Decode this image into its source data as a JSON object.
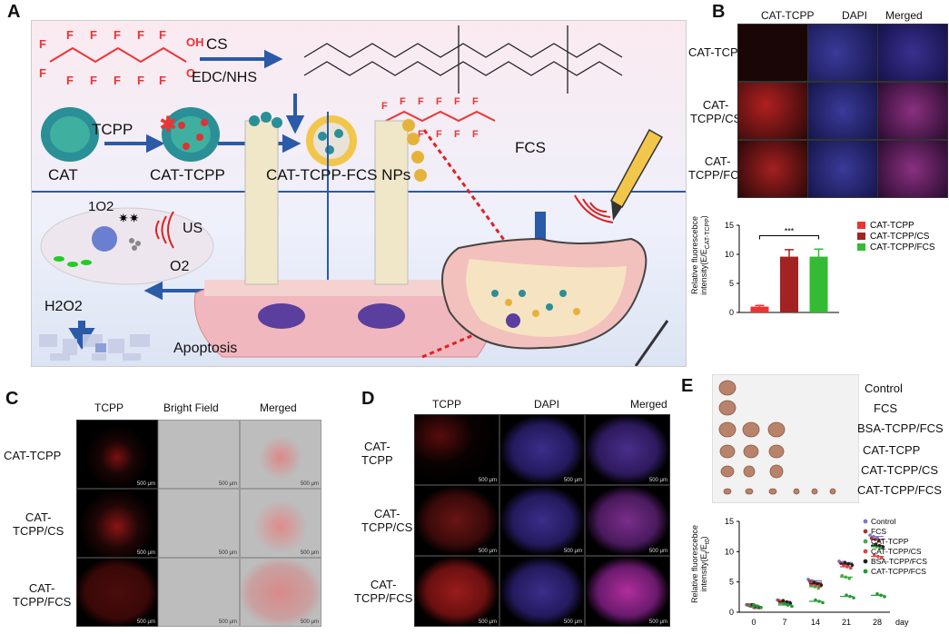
{
  "panels": {
    "a": "A",
    "b": "B",
    "c": "C",
    "d": "D",
    "e": "E"
  },
  "schemeA": {
    "cs": "CS",
    "edc": "EDC/NHS",
    "tcpp": "TCPP",
    "cat": "CAT",
    "cattcpp": "CAT-TCPP",
    "np": "CAT-TCPP-FCS NPs",
    "fcs": "FCS",
    "o2single": "1O2",
    "us": "US",
    "o2": "O2",
    "h2o2": "H2O2",
    "apoptosis": "Apoptosis"
  },
  "panelB": {
    "cols": [
      "CAT-TCPP",
      "DAPI",
      "Merged"
    ],
    "rows": [
      "CAT-TCPP",
      "CAT-\nTCPP/CS",
      "CAT-\nTCPP/FCS"
    ],
    "ylabel": "Relative fluorescebce intensity(E/E",
    "ylabel_sub": "CAT-TCPP",
    "sig": "***",
    "chart_data": {
      "type": "bar",
      "categories": [
        "CAT-TCPP",
        "CAT-TCPP/CS",
        "CAT-TCPP/FCS"
      ],
      "values": [
        1,
        9.6,
        9.6
      ],
      "errors": [
        0.2,
        1.2,
        1.3
      ],
      "colors": [
        "#ee3333",
        "#a32222",
        "#33bb33"
      ],
      "yticks": [
        0,
        5,
        10,
        15
      ],
      "ylim": [
        0,
        15
      ],
      "legend": [
        "CAT-TCPP",
        "CAT-TCPP/CS",
        "CAT-TCPP/FCS"
      ]
    }
  },
  "panelC": {
    "cols": [
      "TCPP",
      "Bright Field",
      "Merged"
    ],
    "rows": [
      "CAT-TCPP",
      "CAT-\nTCPP/CS",
      "CAT-\nTCPP/FCS"
    ],
    "scale": "500 μm"
  },
  "panelD": {
    "cols": [
      "TCPP",
      "DAPI",
      "Merged"
    ],
    "rows": [
      "CAT-\nTCPP",
      "CAT-\nTCPP/CS",
      "CAT-\nTCPP/FCS"
    ],
    "scale": "500 μm"
  },
  "panelE": {
    "groups": [
      "Control",
      "FCS",
      "BSA-TCPP/FCS",
      "CAT-TCPP",
      "CAT-TCPP/CS",
      "CAT-TCPP/FCS"
    ],
    "ylabel": "Relative fluorescebce intensity(E",
    "ylabel_sub": "t",
    "ylabel_mid": "/E",
    "ylabel_sub2": "t0",
    "ylabel_end": ")",
    "xunit": "day",
    "chart_data": {
      "type": "scatter",
      "x": [
        0,
        7,
        14,
        21,
        28
      ],
      "yticks": [
        0,
        5,
        10,
        15
      ],
      "ylim": [
        0,
        15
      ],
      "series": [
        {
          "name": "Control",
          "color": "#7777cc",
          "values": [
            1,
            1.8,
            5.2,
            8.2,
            12.5
          ]
        },
        {
          "name": "FCS",
          "color": "#aa3333",
          "values": [
            1,
            1.7,
            4.9,
            7.9,
            12.0
          ]
        },
        {
          "name": "CAT-TCPP",
          "color": "#44aa44",
          "values": [
            1,
            1.4,
            4.2,
            5.8,
            10.8
          ]
        },
        {
          "name": "CAT-TCPP/CS",
          "color": "#dd4444",
          "values": [
            1,
            1.6,
            4.5,
            7.5,
            9.2
          ]
        },
        {
          "name": "BSA-TCPP/FCS",
          "color": "#222222",
          "values": [
            1,
            1.7,
            4.7,
            8.0,
            11.0
          ]
        },
        {
          "name": "CAT-TCPP/FCS",
          "color": "#229933",
          "values": [
            1,
            1.2,
            1.8,
            2.6,
            2.8
          ]
        }
      ]
    }
  }
}
